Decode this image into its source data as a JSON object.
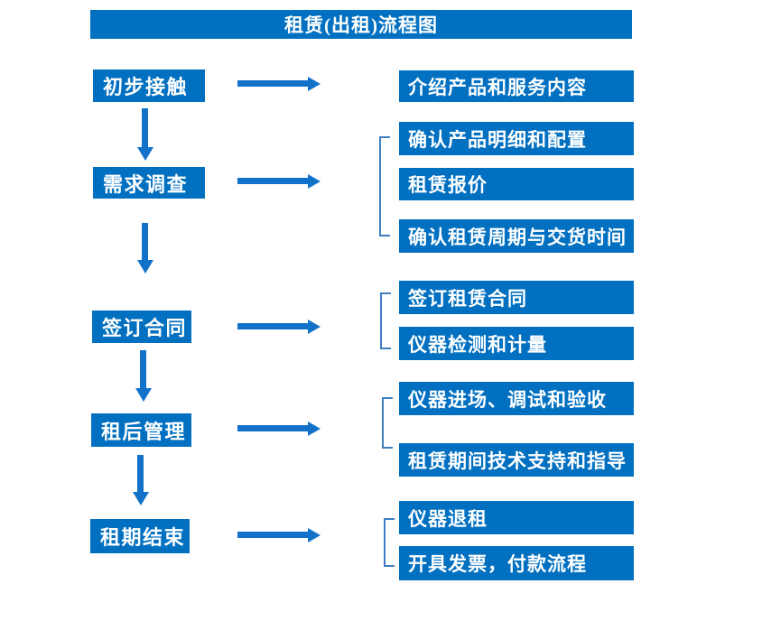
{
  "title": "租赁(出租)流程图",
  "colors": {
    "box": "#0170C1",
    "arrow": "#1272CA",
    "bracket": "#3F7EBF",
    "text_on_box": "#FFFFFF",
    "background": "#FFFFFF"
  },
  "steps": [
    {
      "label": "初步接触",
      "outputs": [
        "介绍产品和服务内容"
      ]
    },
    {
      "label": "需求调查",
      "outputs": [
        "确认产品明细和配置",
        "租赁报价",
        "确认租赁周期与交货时间"
      ]
    },
    {
      "label": "签订合同",
      "outputs": [
        "签订租赁合同",
        "仪器检测和计量"
      ]
    },
    {
      "label": "租后管理",
      "outputs": [
        "仪器进场、调试和验收",
        "租赁期间技术支持和指导"
      ]
    },
    {
      "label": "租期结束",
      "outputs": [
        "仪器退租",
        "开具发票，付款流程"
      ]
    }
  ]
}
